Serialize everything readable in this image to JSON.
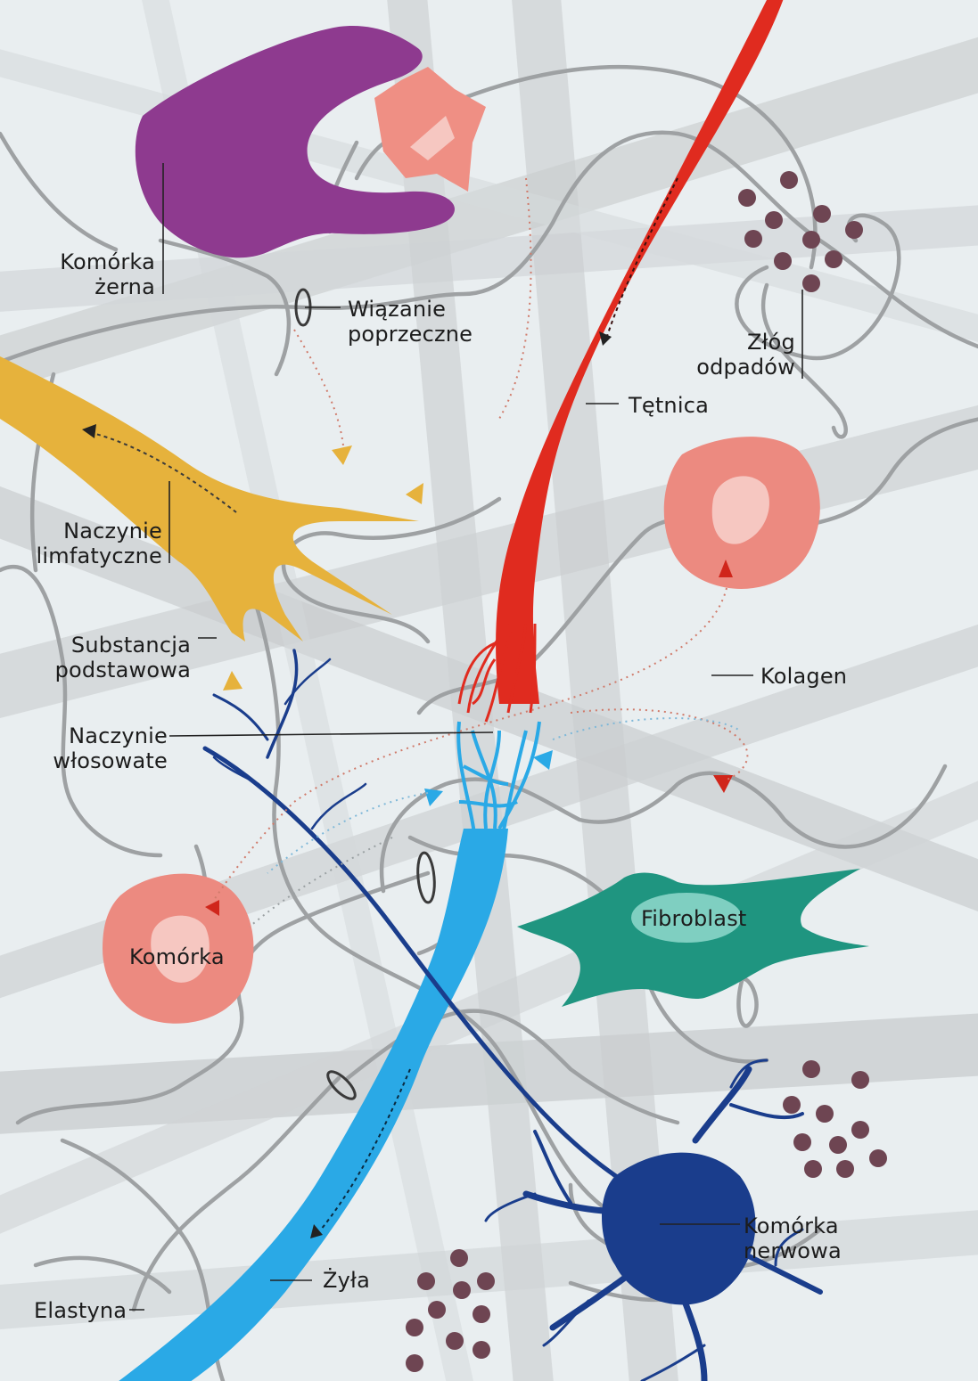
{
  "labels": {
    "komorka_zerna": [
      "Komórka",
      "żerna"
    ],
    "wiazanie": [
      "Wiązanie",
      "poprzeczne"
    ],
    "zlog": [
      "Złóg",
      "odpadów"
    ],
    "tetnica": "Tętnica",
    "naczynie_limfatyczne": [
      "Naczynie",
      "limfatyczne"
    ],
    "substancja": [
      "Substancja",
      "podstawowa"
    ],
    "kolagen": "Kolagen",
    "naczynie_wlosowate": [
      "Naczynie",
      "włosowate"
    ],
    "fibroblast": "Fibroblast",
    "komorka": "Komórka",
    "komorka_nerwowa": [
      "Komórka",
      "nerwowa"
    ],
    "zyla": "Żyła",
    "elastyna": "Elastyna"
  },
  "colors": {
    "background": "#e9eef0",
    "collagen": "#c9cdcf",
    "elastin": "#9ea1a3",
    "artery": "#e02b1f",
    "vein": "#2aa9e6",
    "lymph": "#e6b23c",
    "nerve": "#1a3d8c",
    "macrophage": "#8e3a8f",
    "cell": "#ec8a80",
    "fibroblast": "#1f9580",
    "waste": "#6e4552"
  }
}
